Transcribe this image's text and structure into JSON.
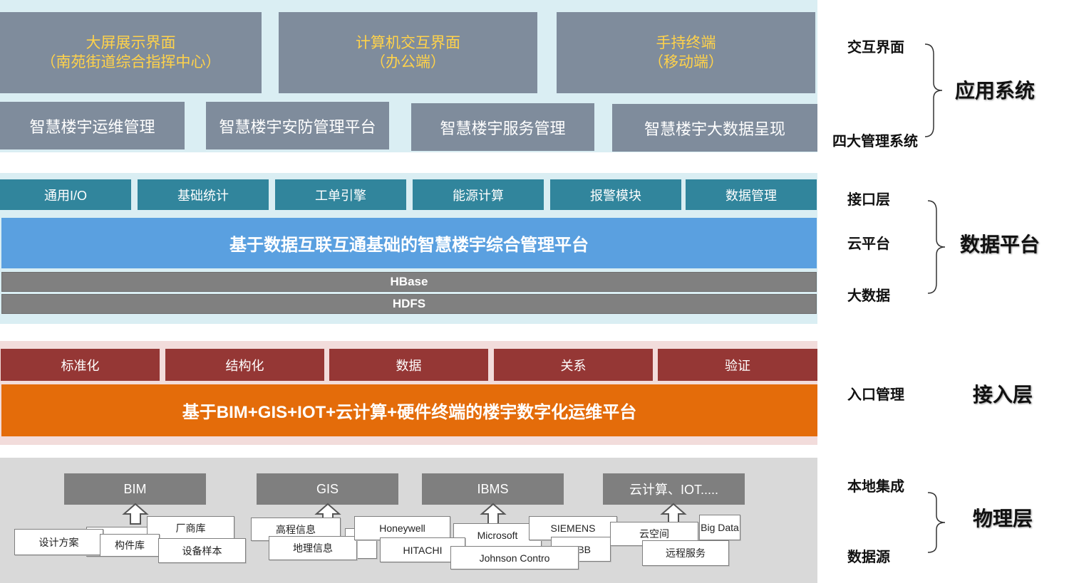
{
  "application": {
    "interfaces": [
      {
        "title": "大屏展示界面",
        "subtitle": "（南苑街道综合指挥中心）"
      },
      {
        "title": "计算机交互界面",
        "subtitle": "（办公端）"
      },
      {
        "title": "手持终端",
        "subtitle": "（移动端）"
      }
    ],
    "management": [
      "智慧楼宇运维管理",
      "智慧楼宇安防管理平台",
      "智慧楼宇服务管理",
      "智慧楼宇大数据呈现"
    ]
  },
  "data_platform": {
    "modules": [
      "通用I/O",
      "基础统计",
      "工单引擎",
      "能源计算",
      "报警模块",
      "数据管理"
    ],
    "platform": "基于数据互联互通基础的智慧楼宇综合管理平台",
    "hbase": "HBase",
    "hdfs": "HDFS"
  },
  "access": {
    "steps": [
      "标准化",
      "结构化",
      "数据",
      "关系",
      "验证"
    ],
    "platform": "基于BIM+GIS+IOT+云计算+硬件终端的楼宇数字化运维平台"
  },
  "physical": {
    "groups": [
      {
        "head": "BIM",
        "cards": [
          "厂商库",
          "设计方案",
          "构件库",
          "设备样本"
        ]
      },
      {
        "head": "GIS",
        "cards": [
          "高程信息",
          "地理信息"
        ]
      },
      {
        "head": "IBMS",
        "cards": [
          "Honeywell",
          "Microsoft",
          "SIEMENS",
          "HITACHI",
          "ABB",
          "Johnson Contro"
        ]
      },
      {
        "head": "云计算、IOT.....",
        "cards": [
          "Big Data",
          "云空间",
          "远程服务"
        ]
      }
    ]
  },
  "right_labels": {
    "app_top": "交互界面",
    "app_bottom": "四大管理系统",
    "app_main": "应用系统",
    "data_1": "接口层",
    "data_2": "云平台",
    "data_3": "大数据",
    "data_main": "数据平台",
    "access_sub": "入口管理",
    "access_main": "接入层",
    "phys_top": "本地集成",
    "phys_bottom": "数据源",
    "phys_main": "物理层"
  },
  "colors": {
    "band_light_blue": "#daeef3",
    "band_pink": "#f2dcdb",
    "band_gray": "#d9d9d9",
    "slate_box": "#7f8c9c",
    "ui_text_yellow": "#ffd24a",
    "teal": "#31859c",
    "platform_blue": "#5aa0e0",
    "dark_red": "#953735",
    "orange": "#e46c0a"
  }
}
